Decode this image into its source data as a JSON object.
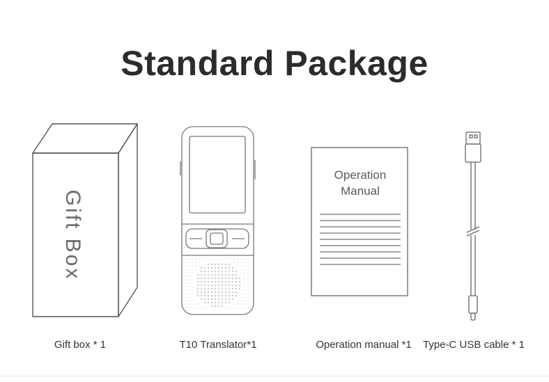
{
  "title": "Standard Package",
  "gift_box_label": "Gift Box",
  "manual_title_line1": "Operation",
  "manual_title_line2": "Manual",
  "items": [
    {
      "caption": "Gift box * 1",
      "icon": "gift-box-icon"
    },
    {
      "caption": "T10 Translator*1",
      "icon": "translator-device-icon"
    },
    {
      "caption": "Operation manual *1",
      "icon": "manual-booklet-icon"
    },
    {
      "caption": "Type-C USB cable * 1",
      "icon": "usb-cable-icon"
    }
  ],
  "colors": {
    "title": "#2c2c2c",
    "line_art": "#555555",
    "caption": "#333333"
  }
}
